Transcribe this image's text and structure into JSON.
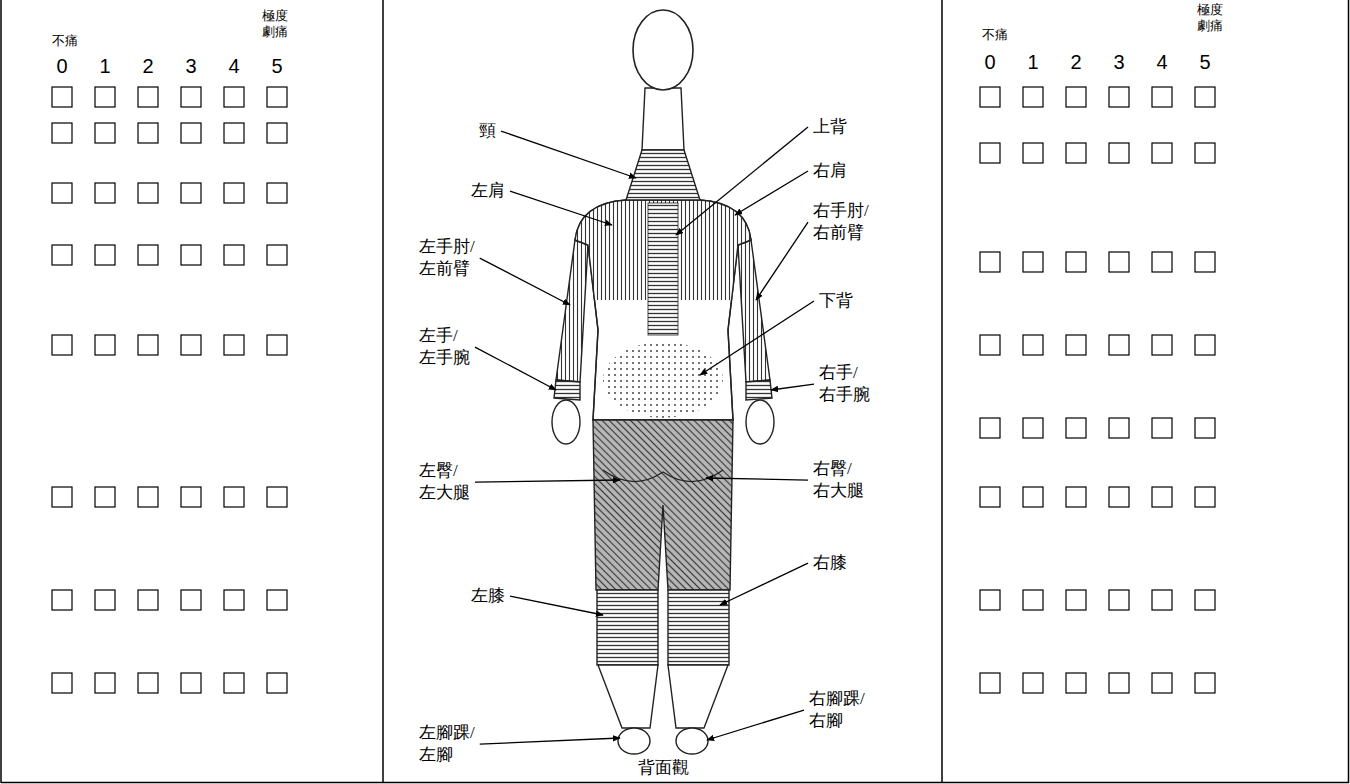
{
  "diagram": {
    "labels": [
      "不痛",
      "極度 劇痛",
      "0",
      "1",
      "2",
      "3",
      "4",
      "5",
      "頸",
      "左肩",
      "左手肘/ 左前臂",
      "左手/ 左手腕",
      "左臀/ 左大腿",
      "左膝",
      "左腳踝/ 左腳",
      "上背",
      "右肩",
      "右手肘/ 右前臂",
      "下背",
      "右手/ 右手腕",
      "右臀/ 右大腿",
      "右膝",
      "右腳踝/ 右腳",
      "背面觀",
      "不痛",
      "極度 劇痛",
      "0",
      "1",
      "2",
      "3",
      "4",
      "5"
    ]
  }
}
